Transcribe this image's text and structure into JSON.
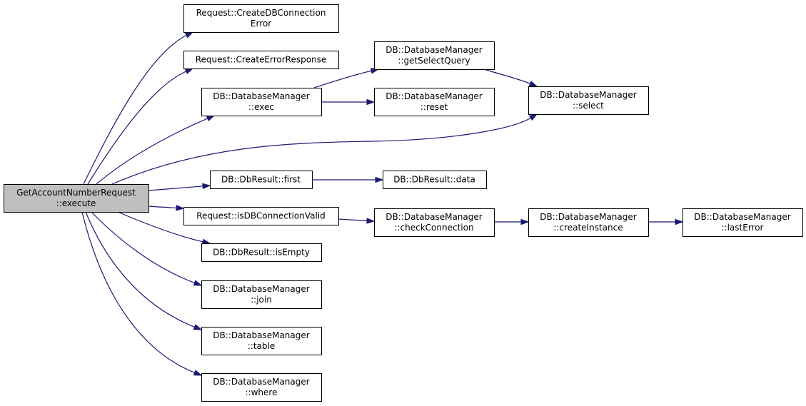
{
  "colors": {
    "edge": "#191970",
    "root_fill": "#bfbfbf",
    "node_fill": "#ffffff",
    "node_border": "#000000"
  },
  "nodes": {
    "root": {
      "lines": [
        "GetAccountNumberRequest",
        "::execute"
      ]
    },
    "create_db_err": {
      "lines": [
        "Request::CreateDBConnection",
        "Error"
      ]
    },
    "create_err_resp": {
      "lines": [
        "Request::CreateErrorResponse"
      ]
    },
    "exec": {
      "lines": [
        "DB::DatabaseManager",
        "::exec"
      ]
    },
    "get_select": {
      "lines": [
        "DB::DatabaseManager",
        "::getSelectQuery"
      ]
    },
    "reset": {
      "lines": [
        "DB::DatabaseManager",
        "::reset"
      ]
    },
    "select": {
      "lines": [
        "DB::DatabaseManager",
        "::select"
      ]
    },
    "first": {
      "lines": [
        "DB::DbResult::first"
      ]
    },
    "data": {
      "lines": [
        "DB::DbResult::data"
      ]
    },
    "is_db_valid": {
      "lines": [
        "Request::isDBConnectionValid"
      ]
    },
    "check_conn": {
      "lines": [
        "DB::DatabaseManager",
        "::checkConnection"
      ]
    },
    "create_instance": {
      "lines": [
        "DB::DatabaseManager",
        "::createInstance"
      ]
    },
    "last_error": {
      "lines": [
        "DB::DatabaseManager",
        "::lastError"
      ]
    },
    "is_empty": {
      "lines": [
        "DB::DbResult::isEmpty"
      ]
    },
    "join": {
      "lines": [
        "DB::DatabaseManager",
        "::join"
      ]
    },
    "table": {
      "lines": [
        "DB::DatabaseManager",
        "::table"
      ]
    },
    "where": {
      "lines": [
        "DB::DatabaseManager",
        "::where"
      ]
    }
  },
  "edges": [
    [
      "root",
      "create_db_err"
    ],
    [
      "root",
      "create_err_resp"
    ],
    [
      "root",
      "exec"
    ],
    [
      "root",
      "select"
    ],
    [
      "root",
      "first"
    ],
    [
      "root",
      "is_db_valid"
    ],
    [
      "root",
      "is_empty"
    ],
    [
      "root",
      "join"
    ],
    [
      "root",
      "table"
    ],
    [
      "root",
      "where"
    ],
    [
      "exec",
      "get_select"
    ],
    [
      "exec",
      "reset"
    ],
    [
      "get_select",
      "select"
    ],
    [
      "first",
      "data"
    ],
    [
      "is_db_valid",
      "check_conn"
    ],
    [
      "check_conn",
      "create_instance"
    ],
    [
      "create_instance",
      "last_error"
    ]
  ]
}
